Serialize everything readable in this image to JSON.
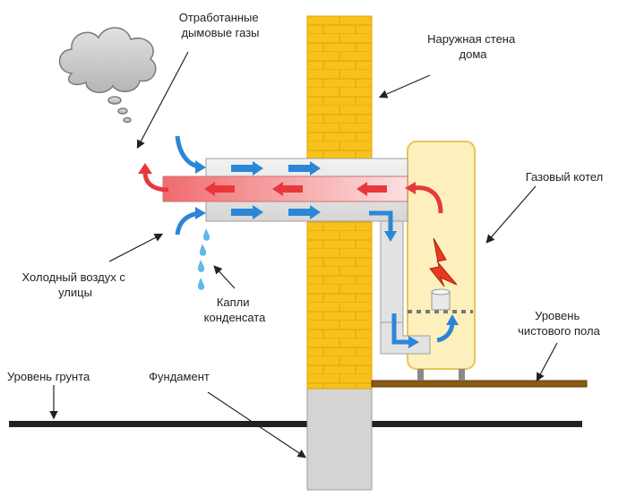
{
  "labels": {
    "exhaust_gases": [
      "Отработанные",
      "дымовые газы"
    ],
    "outer_wall": [
      "Наружная стена",
      "дома"
    ],
    "gas_boiler": "Газовый котел",
    "cold_air": [
      "Холодный воздух с",
      "улицы"
    ],
    "condensate_drops": [
      "Капли",
      "конденсата"
    ],
    "floor_level": [
      "Уровень",
      "чистового пола"
    ],
    "ground_level": "Уровень грунта",
    "foundation": "Фундамент"
  },
  "colors": {
    "brick": "#F7C21B",
    "brick_line": "#E0A20E",
    "boiler_body": "#FDF0BC",
    "boiler_stroke": "#E8C55A",
    "hot_gas": "#E8383B",
    "cold_air": "#2C86D6",
    "flame": "#E53A24",
    "foundation": "#D4D4D4",
    "cloud": "#BDBDBD"
  }
}
